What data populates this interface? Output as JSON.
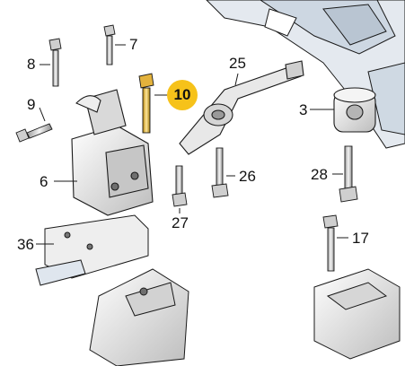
{
  "diagram": {
    "callouts": {
      "c7": "7",
      "c8": "8",
      "c9": "9",
      "c10": "10",
      "c6": "6",
      "c25": "25",
      "c3": "3",
      "c26": "26",
      "c27": "27",
      "c28": "28",
      "c36": "36",
      "c17": "17"
    },
    "highlight_part": "10",
    "colors": {
      "line": "#1a1a1a",
      "part_light": "#f2f2f2",
      "part_shade": "#c9c9c9",
      "part_dark": "#8e8e8e",
      "subframe_blue": "#dde6ef",
      "highlight": "#f6c21a"
    }
  }
}
